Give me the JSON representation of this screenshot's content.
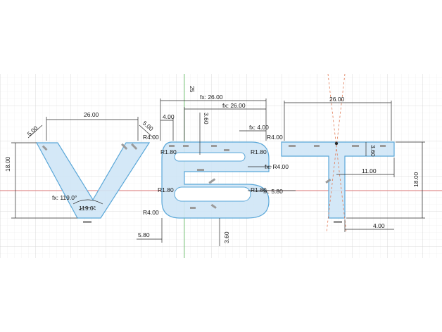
{
  "sketch": {
    "colors": {
      "background": "#ffffff",
      "grid_minor": "#e6e6e6",
      "grid_major": "#cfcfcf",
      "profile_fill": "#cfe6f6",
      "profile_stroke": "#5aa7d8",
      "dimension": "#2a2a2a",
      "axis_x": "#e07a7a",
      "axis_y": "#7bc47b",
      "construction": "#e07a55"
    },
    "axis_label": "25",
    "dimensions": {
      "v_width": "26.00",
      "v_stroke_left": "5.00",
      "v_stroke_right": "5.00",
      "v_height": "18.00",
      "v_angle_outer": "fx: 119.0°",
      "v_angle_inner": "119.0°",
      "e_fx_outer": "fx: 26.00",
      "e_fx_inner": "fx: 26.00",
      "e_bar_left": "4.00",
      "e_bar_gap": "3.60",
      "e_fx_bar": "fx: 4.00",
      "e_r_top_left": "R4.00",
      "e_r_top_right": "R4.00",
      "e_r_small_1": "R1.80",
      "e_r_small_2": "R1.80",
      "e_r_small_3": "R1.80",
      "e_r_small_4": "R1.80",
      "e_fx_r4": "fx: R4.00",
      "e_fx_580": "fx: 5.80",
      "e_r_bottom_left": "R4.00",
      "e_offset": "5.80",
      "e_bottom_gap": "3.60",
      "t_width": "26.00",
      "t_bar_thickness": "3.60",
      "t_half": "11.00",
      "t_height": "18.00",
      "t_stem": "4.00"
    }
  }
}
